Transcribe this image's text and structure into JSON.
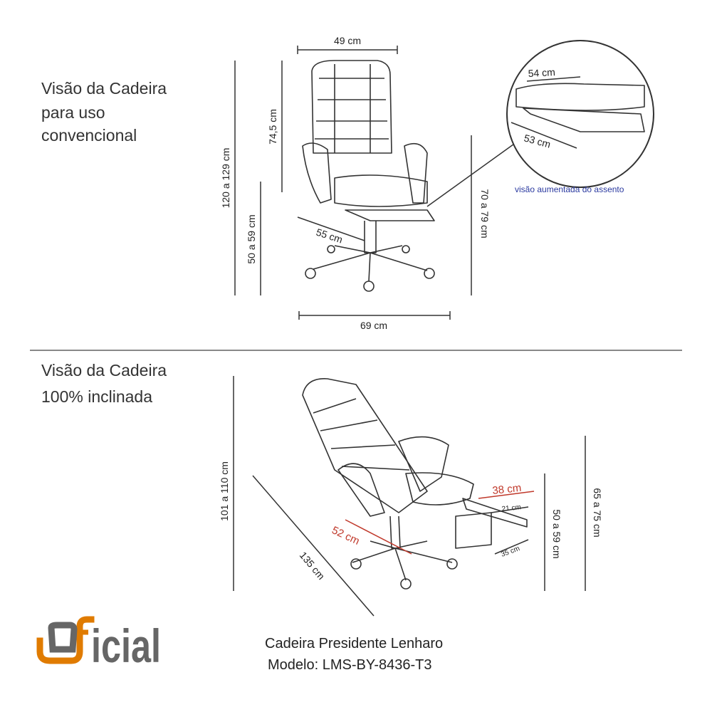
{
  "top_view": {
    "title_lines": [
      "Visão da Cadeira",
      "para uso",
      "convencional"
    ],
    "dims": {
      "width": "49 cm",
      "back_height": "74,5 cm",
      "total_height": "120 a 129 cm",
      "seat_height": "50 a 59 cm",
      "armrest_height": "70 a 79 cm",
      "seat_depth": "55 cm",
      "base_width": "69 cm"
    },
    "zoom": {
      "seat_width": "54 cm",
      "seat_depth": "53 cm",
      "caption": "visão aumentada do assento"
    }
  },
  "bottom_view": {
    "title_lines": [
      "Visão da Cadeira",
      "100% inclinada"
    ],
    "dims": {
      "height": "101 a 110 cm",
      "length": "135 cm",
      "seat": "52 cm",
      "footrest_length": "38 cm",
      "footrest_inner": "21 cm",
      "footrest_width": "35 cm",
      "seat_height": "50 a 59 cm",
      "footrest_height": "65 a 75 cm"
    }
  },
  "product": {
    "name": "Cadeira Presidente Lenharo",
    "model": "Modelo: LMS-BY-8436-T3"
  },
  "logo": {
    "text": "oficial",
    "orange": "#e07b00",
    "gray": "#666666"
  },
  "colors": {
    "red": "#c0392b",
    "blue": "#2b3aa0",
    "divider": "#888888"
  }
}
